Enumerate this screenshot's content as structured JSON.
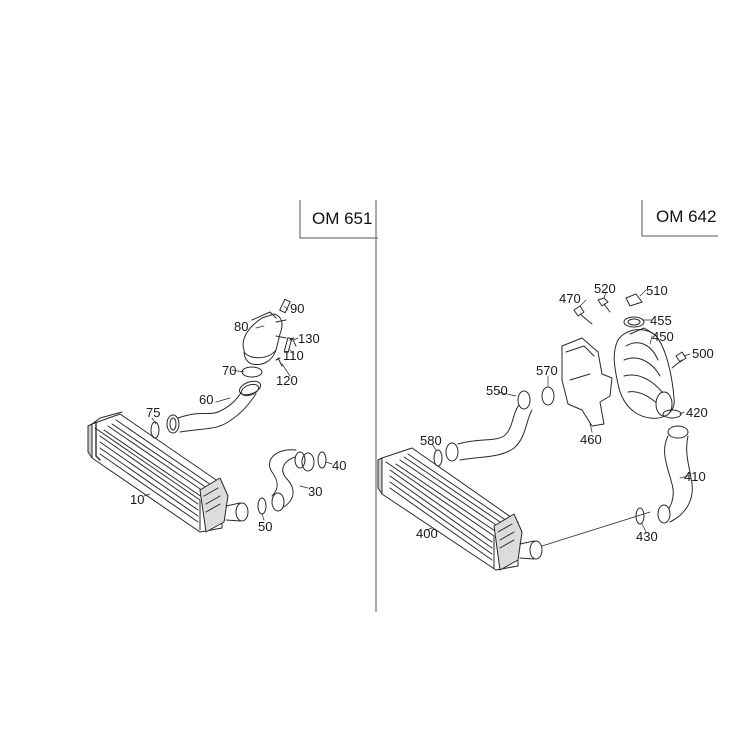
{
  "panels": {
    "left": {
      "engine": "OM 651"
    },
    "right": {
      "engine": "OM 642"
    }
  },
  "parts": {
    "left": [
      "10",
      "30",
      "40",
      "50",
      "60",
      "70",
      "75",
      "80",
      "90",
      "110",
      "120",
      "130"
    ],
    "right": [
      "400",
      "410",
      "420",
      "430",
      "450",
      "455",
      "460",
      "470",
      "500",
      "510",
      "520",
      "550",
      "570",
      "580"
    ]
  },
  "colors": {
    "line": "#2a2a2a",
    "fill": "#ffffff",
    "shade": "#9a9a9a"
  }
}
